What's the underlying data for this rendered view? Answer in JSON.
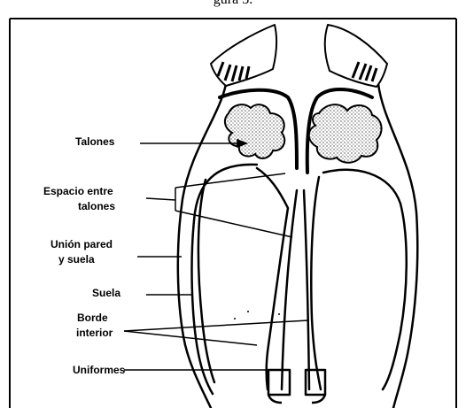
{
  "figure": {
    "caption": "gura 3."
  },
  "labels": {
    "talones": "Talones",
    "espacio_line1": "Espacio entre",
    "espacio_line2": "talones",
    "union_line1": "Unión pared",
    "union_line2": "y suela",
    "suela": "Suela",
    "borde_line1": "Borde",
    "borde_line2": "interior",
    "uniformes": "Uniformes"
  }
}
